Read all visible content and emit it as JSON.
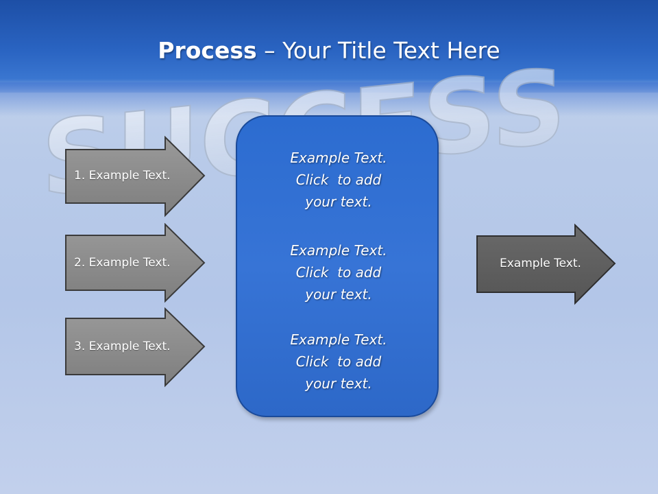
{
  "slide": {
    "title_bold": "Process",
    "title_rest": " – Your Title Text Here",
    "watermark_word": "SUCCESS"
  },
  "left_arrows": [
    {
      "label": "1. Example Text."
    },
    {
      "label": "2. Example Text."
    },
    {
      "label": "3. Example Text."
    }
  ],
  "center_box": {
    "paragraphs": [
      {
        "lines": [
          "Example Text.",
          "Click  to add",
          "your text."
        ]
      },
      {
        "lines": [
          "Example Text.",
          "Click  to add",
          "your text."
        ]
      },
      {
        "lines": [
          "Example Text.",
          "Click  to add",
          "your text."
        ]
      }
    ]
  },
  "right_arrow": {
    "label": "Example Text."
  },
  "colors": {
    "header": "#2a64c2",
    "box_fill": "#3070d2",
    "arrow_fill": "#8a8a8a",
    "right_arrow_fill": "#606060"
  }
}
